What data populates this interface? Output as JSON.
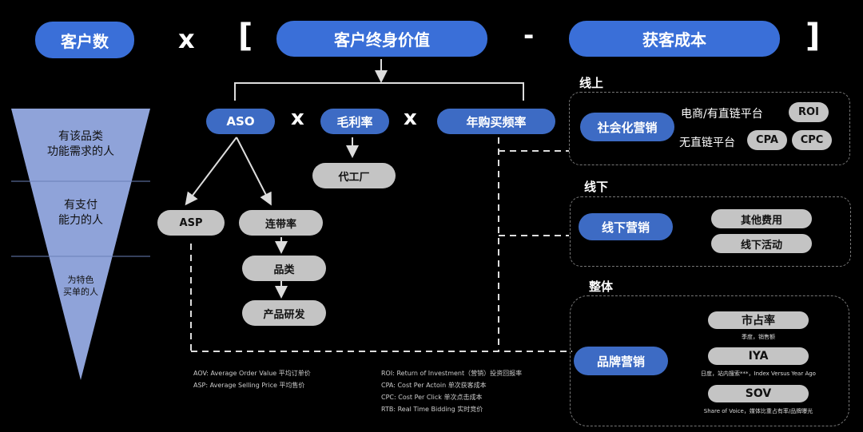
{
  "top": {
    "customers": "客户数",
    "times": "x",
    "bracket_open": "[",
    "clv": "客户终身价值",
    "minus": "-",
    "cac": "获客成本",
    "bracket_close": "]"
  },
  "funnel": {
    "level1": "有该品类\n功能需求的人",
    "level2": "有支付\n能力的人",
    "level3": "为特色\n买单的人"
  },
  "clv_factors": {
    "aso": "ASO",
    "x1": "x",
    "margin": "毛利率",
    "x2": "x",
    "frequency": "年购买频率",
    "oem": "代工厂",
    "asp": "ASP",
    "attach_rate": "连带率",
    "category": "品类",
    "rnd": "产品研发"
  },
  "online": {
    "title": "线上",
    "social": "社会化营销",
    "ecom_label": "电商/有直链平台",
    "roi": "ROI",
    "no_link_label": "无直链平台",
    "cpa": "CPA",
    "cpc": "CPC"
  },
  "offline": {
    "title": "线下",
    "marketing": "线下营销",
    "other_cost": "其他费用",
    "activity": "线下活动"
  },
  "overall": {
    "title": "整体",
    "brand": "品牌营销",
    "market_share": "市占率",
    "market_share_sub": "季度，销售额",
    "iya": "IYA",
    "iya_sub": "日度，站内搜索***，Index Versus Year Ago",
    "sov": "SOV",
    "sov_sub": "Share of Voice，媒体比重占有率/品牌曝光"
  },
  "notes": {
    "aov": "AOV:   Average Order Value 平均订单价",
    "asp": "ASP:   Average Selling Price 平均售价",
    "roi": "ROI:    Return of Investment（营销）投资回报率",
    "cpa": "CPA:    Cost Per Actoin 单次获客成本",
    "cpc": "CPC:    Cost Per Click 单次点击成本",
    "rtb": "RTB:    Real Time Bidding 实时竞价"
  },
  "colors": {
    "blue": "#3a6fd8",
    "gray": "#c4c4c4",
    "funnel": "#8fa3d9"
  }
}
